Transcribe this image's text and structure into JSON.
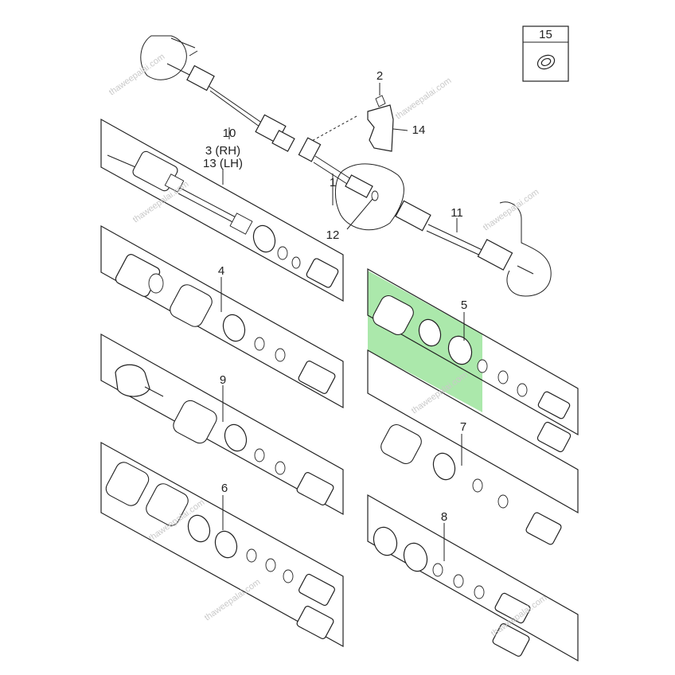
{
  "diagram": {
    "title": "Drive shaft assembly exploded view",
    "highlight_color": "#8fe08f",
    "callouts": {
      "c1": "1",
      "c2": "2",
      "c3": "3 (RH)",
      "c13": "13 (LH)",
      "c4": "4",
      "c5": "5",
      "c6": "6",
      "c7": "7",
      "c8": "8",
      "c9": "9",
      "c10": "10",
      "c11": "11",
      "c12": "12",
      "c14": "14",
      "c15": "15"
    },
    "watermark": "thaweepalai.com"
  }
}
